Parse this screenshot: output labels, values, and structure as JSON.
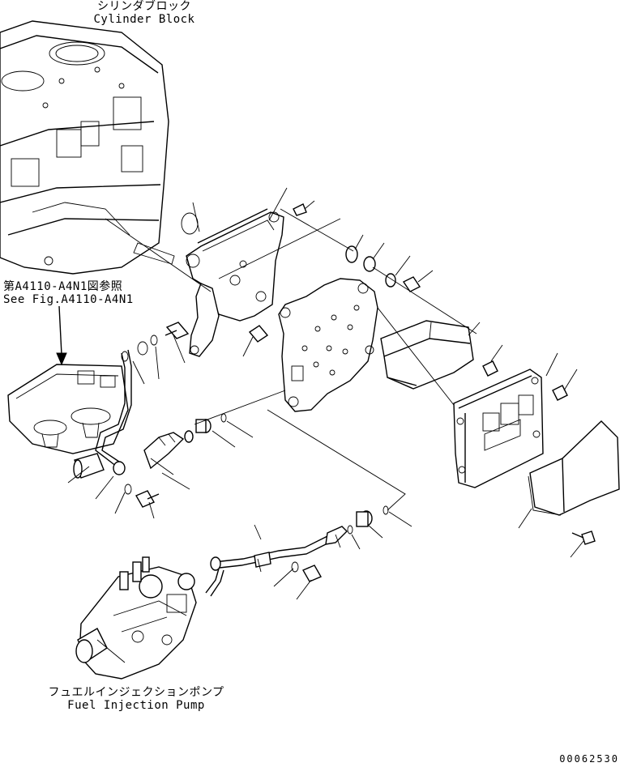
{
  "labels": {
    "cylinder_block_jp": "シリンダブロック",
    "cylinder_block_en": "Cylinder Block",
    "ref_jp": "第A4110-A4N1図参照",
    "ref_en": "See Fig.A4110-A4N1",
    "pump_jp": "フュエルインジェクションポンプ",
    "pump_en": "Fuel Injection Pump",
    "drawing_code": "00062530"
  },
  "colors": {
    "line": "#000000",
    "background": "#ffffff"
  }
}
